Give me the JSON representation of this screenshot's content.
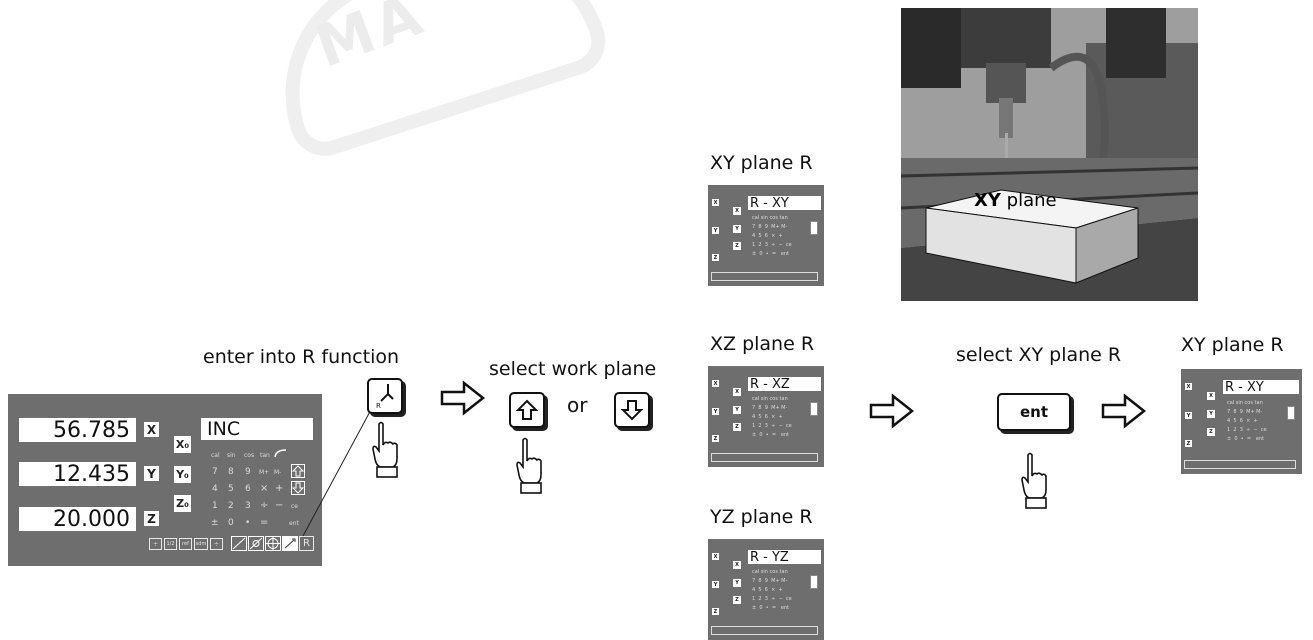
{
  "watermark": {
    "text": "MA"
  },
  "captions": {
    "enter_r": "enter into R function",
    "select_work_plane": "select work plane",
    "or_text": "or",
    "select_xy_plane_r": "select XY plane R",
    "xy_plane_r_top": "XY plane R",
    "xz_plane_r": "XZ plane R",
    "yz_plane_r": "YZ plane R",
    "xy_plane_r_result": "XY plane R"
  },
  "photo": {
    "label_bold": "XY",
    "label_rest": " plane"
  },
  "main_panel": {
    "x_value": "56.785",
    "y_value": "12.435",
    "z_value": "20.000",
    "axis_x": "X",
    "axis_y": "Y",
    "axis_z": "Z",
    "axis_x0": "X₀",
    "axis_y0": "Y₀",
    "axis_z0": "Z₀",
    "message": "INC",
    "fn_row": [
      "cal",
      "sin",
      "cos",
      "tan"
    ],
    "row1": [
      "7",
      "8",
      "9",
      "M+",
      "M-"
    ],
    "row2": [
      "4",
      "5",
      "6",
      "×",
      "+"
    ],
    "row3": [
      "1",
      "2",
      "3",
      "÷",
      "−",
      "ce"
    ],
    "row4": [
      "±",
      "0",
      "•",
      "=",
      "",
      "ent"
    ],
    "bottom_keys": [
      "1/2",
      "ref",
      "sdm"
    ],
    "r_key": "R"
  },
  "mini_panels": {
    "xy_top": {
      "message": "R - XY"
    },
    "xz": {
      "message": "R - XZ"
    },
    "yz": {
      "message": "R - YZ"
    },
    "xy_result": {
      "message": "R - XY"
    }
  },
  "keys": {
    "ent_label": "ent",
    "r_label": "R"
  },
  "colors": {
    "panel": "#6e6e6e",
    "lcd": "#ffffff",
    "key_border": "#111111"
  }
}
